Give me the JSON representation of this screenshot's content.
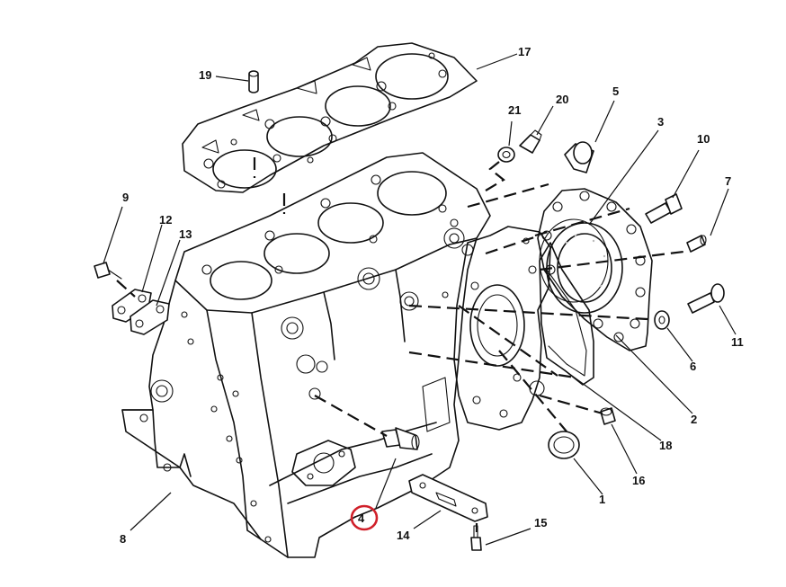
{
  "callouts": [
    {
      "id": "c1",
      "label": "1"
    },
    {
      "id": "c2",
      "label": "2"
    },
    {
      "id": "c3",
      "label": "3"
    },
    {
      "id": "c4",
      "label": "4",
      "highlighted": true,
      "highlight_color": "#d0202a"
    },
    {
      "id": "c5",
      "label": "5"
    },
    {
      "id": "c6",
      "label": "6"
    },
    {
      "id": "c7",
      "label": "7"
    },
    {
      "id": "c8",
      "label": "8"
    },
    {
      "id": "c9",
      "label": "9"
    },
    {
      "id": "c10",
      "label": "10"
    },
    {
      "id": "c11",
      "label": "11"
    },
    {
      "id": "c12",
      "label": "12"
    },
    {
      "id": "c13",
      "label": "13"
    },
    {
      "id": "c14",
      "label": "14"
    },
    {
      "id": "c15",
      "label": "15"
    },
    {
      "id": "c16",
      "label": "16"
    },
    {
      "id": "c17",
      "label": "17"
    },
    {
      "id": "c18",
      "label": "18"
    },
    {
      "id": "c19",
      "label": "19"
    },
    {
      "id": "c20",
      "label": "20"
    },
    {
      "id": "c21",
      "label": "21"
    }
  ],
  "colors": {
    "line": "#111111",
    "highlight": "#d0202a",
    "background": "#ffffff"
  }
}
